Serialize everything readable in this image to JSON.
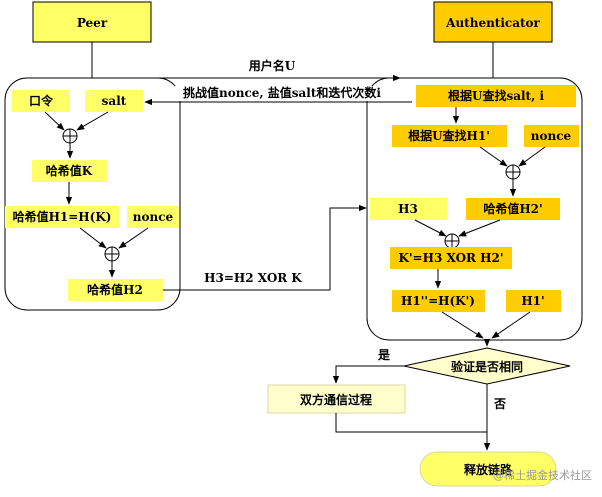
{
  "peer": {
    "title": "Peer",
    "password": "口令",
    "salt": "salt",
    "hash_k": "哈希值K",
    "hash_h1": "哈希值H1=H(K)",
    "nonce": "nonce",
    "hash_h2": "哈希值H2"
  },
  "authenticator": {
    "title": "Authenticator",
    "lookup_salt": "根据U查找salt, i",
    "lookup_h1": "根据U查找H1'",
    "nonce": "nonce",
    "h3": "H3",
    "hash_h2": "哈希值H2'",
    "kprime": "K'=H3 XOR H2'",
    "h1dp": "H1''=H(K')",
    "h1p": "H1'"
  },
  "messages": {
    "username": "用户名U",
    "challenge": "挑战值nonce, 盐值salt和迭代次数i",
    "h3": "H3=H2 XOR K"
  },
  "flow": {
    "verify": "验证是否相同",
    "yes": "是",
    "no": "否",
    "communicate": "双方通信过程",
    "release": "释放链路"
  },
  "watermark": "@稀土掘金技术社区",
  "colors": {
    "box_light": "#ffff66",
    "box_gold": "#ffcc00",
    "box_title_peer": "#ffff66",
    "box_title_auth": "#ffcc00",
    "verify_fill": "#ffffcc"
  }
}
